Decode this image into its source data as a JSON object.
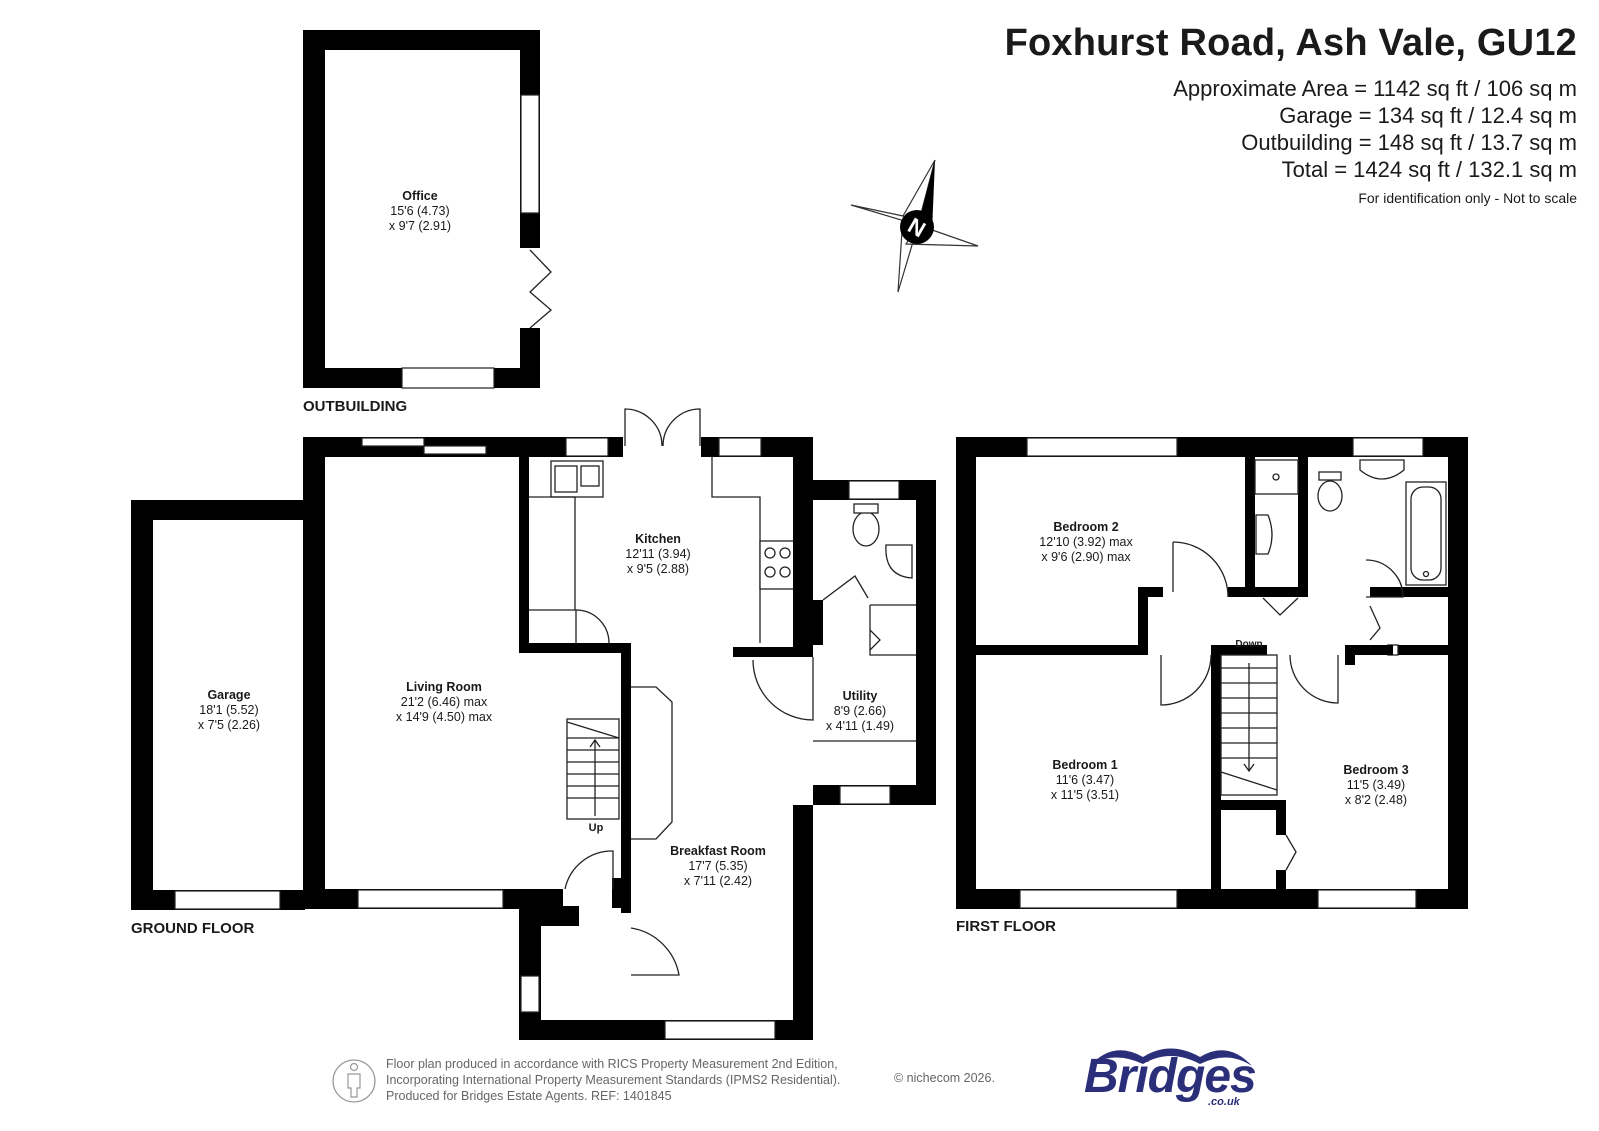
{
  "header": {
    "title": "Foxhurst Road, Ash Vale, GU12",
    "areas": [
      "Approximate Area = 1142 sq ft / 106 sq m",
      "Garage = 134 sq ft / 12.4 sq m",
      "Outbuilding = 148 sq ft / 13.7 sq m",
      "Total = 1424 sq ft / 132.1 sq m"
    ],
    "disclaimer": "For identification only - Not to scale"
  },
  "compass": {
    "letter": "N"
  },
  "floors": {
    "outbuilding": "OUTBUILDING",
    "ground": "GROUND FLOOR",
    "first": "FIRST FLOOR"
  },
  "rooms": {
    "office": {
      "name": "Office",
      "dim1": "15'6 (4.73)",
      "dim2": "x 9'7 (2.91)"
    },
    "garage": {
      "name": "Garage",
      "dim1": "18'1 (5.52)",
      "dim2": "x 7'5 (2.26)"
    },
    "living": {
      "name": "Living Room",
      "dim1": "21'2 (6.46) max",
      "dim2": "x 14'9 (4.50) max"
    },
    "kitchen": {
      "name": "Kitchen",
      "dim1": "12'11 (3.94)",
      "dim2": "x 9'5 (2.88)"
    },
    "utility": {
      "name": "Utility",
      "dim1": "8'9 (2.66)",
      "dim2": "x 4'11 (1.49)"
    },
    "breakfast": {
      "name": "Breakfast Room",
      "dim1": "17'7 (5.35)",
      "dim2": "x 7'11 (2.42)"
    },
    "bedroom2": {
      "name": "Bedroom 2",
      "dim1": "12'10 (3.92) max",
      "dim2": "x 9'6 (2.90) max"
    },
    "bedroom1": {
      "name": "Bedroom 1",
      "dim1": "11'6 (3.47)",
      "dim2": "x 11'5 (3.51)"
    },
    "bedroom3": {
      "name": "Bedroom 3",
      "dim1": "11'5 (3.49)",
      "dim2": "x 8'2 (2.48)"
    }
  },
  "stairs": {
    "up": "Up",
    "down": "Down"
  },
  "footer": {
    "line1": "Floor plan produced in accordance with RICS Property Measurement 2nd Edition,",
    "line2": "Incorporating International Property Measurement Standards (IPMS2 Residential).",
    "line3": "Produced for Bridges Estate Agents.   REF: 1401845",
    "copyright": "© nichecom 2026."
  },
  "logo": {
    "name": "Bridges",
    "domain": ".co.uk",
    "color": "#2b2f7a"
  }
}
